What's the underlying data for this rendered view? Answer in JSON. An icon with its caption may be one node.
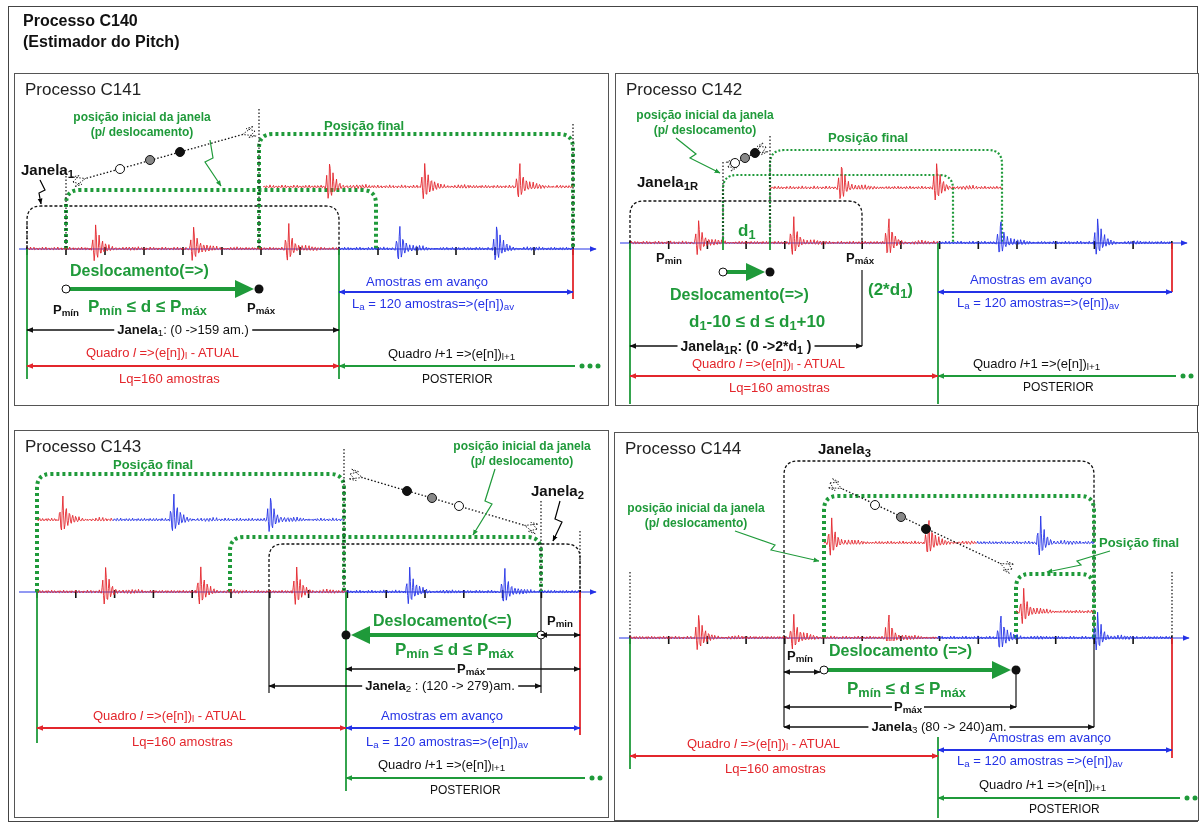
{
  "diagram": {
    "title": "Processo C140 (Estimador do Pitch)",
    "nodes": [
      {
        "text": [],
        "shape": "box"
      },
      {
        "text": [
          "Processo C141"
        ],
        "in": 0
      },
      {
        "text": [
          "posição inicial da janela (p/ deslocamento)"
        ],
        "in": 1
      },
      {
        "text": [
          "Janela$_{1}$"
        ],
        "in": 1
      },
      {
        "text": [
          "Processo C142"
        ],
        "in": 0
      },
      {
        "text": [
          "posição inicial da janela (p/ deslocamento)"
        ],
        "in": 4
      },
      {
        "text": [
          "Processo C143"
        ],
        "in": 0
      },
      {
        "text": [
          "posição inicial da janela (p/ deslocamento)"
        ],
        "in": 6
      },
      {
        "text": [
          "Janela$_{2}$"
        ],
        "in": 6
      },
      {
        "text": [
          "Processo C144"
        ],
        "in": 0
      },
      {
        "text": [
          "posição inicial da janela (p/ deslocamento)"
        ],
        "in": 9
      },
      {
        "text": [
          "Posição final"
        ],
        "in": 9
      }
    ],
    "edges": [
      {
        "from": 2,
        "to": null,
        "arrow": "to"
      },
      {
        "from": 3,
        "to": null,
        "arrow": "to",
        "color": "#000000"
      },
      {
        "from": 5,
        "to": null,
        "arrow": "to"
      },
      {
        "from": 7,
        "to": null,
        "arrow": "to"
      },
      {
        "from": 8,
        "to": null,
        "arrow": "to",
        "color": "#000000"
      },
      {
        "from": 10,
        "to": null,
        "arrow": "to"
      },
      {
        "from": 11,
        "to": null,
        "arrow": "to"
      }
    ],
    "labels": [
      "Posição final",
      "Deslocamento(=>)",
      "P$_{mín}$",
      "P$_{mín}$ ≤ d ≤ P$_{máx}$",
      "P$_{máx}$",
      "Amostras em avanço",
      "L$_{a}$ = 120 amostras=>(e[n])$_{av}$",
      "**Janela**$_{1}$: (0 ->159 am.)",
      "Quadro *l* =>(e[n])$_{l}$ - ATUAL",
      "Lq=160 amostras",
      "Quadro *l*+1 =>(e[n])$_{l+1}$",
      "POSTERIOR",
      "Janela$_{1R}$",
      "Posição final",
      "d$_{1}$",
      "P$_{min}$",
      "P$_{máx}$",
      "Deslocamento(=>)",
      "(2*d$_{1}$)",
      "d$_{1}$-10 ≤ d ≤ d$_{1}$+10",
      "Janela$_{1R}$: (0 ->2*d$_{1}$ )",
      "Amostras em avanço",
      "L$_{a}$ = 120 amostras=>(e[n])$_{av}$",
      "Quadro *l* =>(e[n])$_{l}$ - ATUAL",
      "Lq=160 amostras",
      "Quadro *l*+1 =>(e[n])$_{l+1}$",
      "POSTERIOR",
      "Posição final",
      "Deslocamento(<=)",
      "P$_{min}$",
      "P$_{mín}$ ≤ d ≤ P$_{máx}$",
      "P$_{máx}$",
      "**Janela**$_{2}$ : (120 -> 279)am.",
      "Quadro *l* =>(e[n])$_{l}$ - ATUAL",
      "Lq=160 amostras",
      "Amostras em avanço",
      "L$_{a}$ = 120 amostras=>(e[n])$_{av}$",
      "Quadro *l*+1 =>(e[n])$_{l+1}$",
      "POSTERIOR",
      "Janela$_{3}$",
      "P$_{mín}$",
      "Deslocamento (=>)",
      "P$_{mín}$ ≤ d ≤ P$_{máx}$",
      "P$_{máx}$",
      "**Janela**$_{3}$ (80 -> 240)am.",
      "Quadro *l* =>(e[n])$_{l}$ - ATUAL",
      "Lq=160 amostras",
      "Amostras em avanço",
      "L$_{a}$ = 120 amostras =>(e[n])$_{av}$",
      "Quadro *l*+1 =>(e[n])$_{l+1}$",
      "POSTERIOR"
    ]
  }
}
